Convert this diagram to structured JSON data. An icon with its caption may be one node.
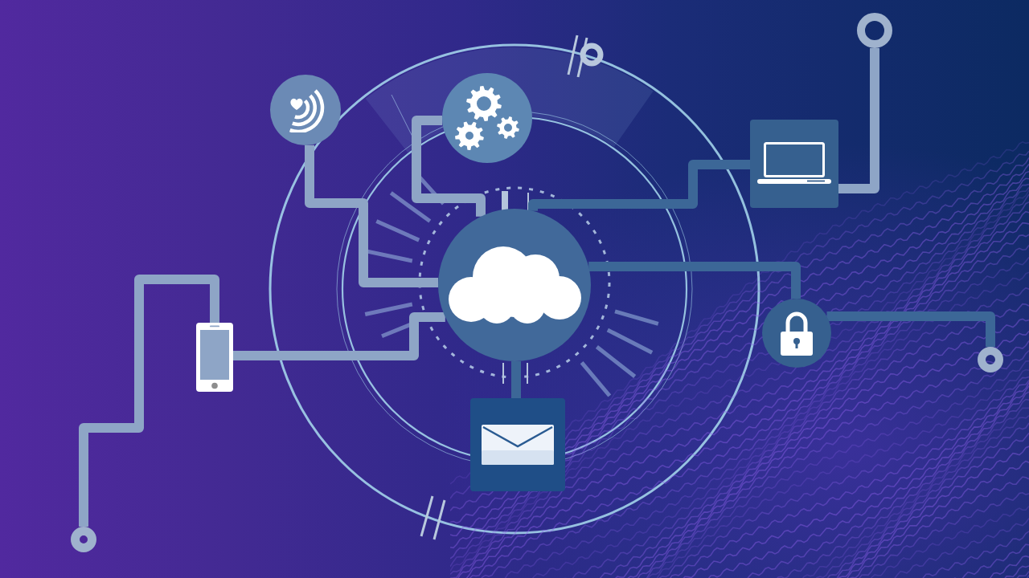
{
  "diagram": {
    "nodes": [
      {
        "text": [],
        "shape": "circle"
      },
      {
        "text": [],
        "shape": "circle"
      },
      {
        "text": [],
        "shape": "circle"
      },
      {
        "text": [],
        "shape": "box"
      },
      {
        "text": [],
        "shape": "picture"
      },
      {
        "text": [],
        "shape": "circle"
      },
      {
        "text": [],
        "shape": "circle"
      },
      {
        "text": [],
        "shape": "circle"
      },
      {
        "text": [],
        "shape": "box"
      },
      {
        "text": [],
        "shape": "circle"
      }
    ],
    "edges": [
      {
        "from": 0,
        "to": 5,
        "arrow": "none"
      },
      {
        "from": 1,
        "to": 5,
        "arrow": "none"
      },
      {
        "from": 5,
        "to": 3,
        "arrow": "none",
        "color": "#3c6797"
      },
      {
        "from": 3,
        "to": 2,
        "arrow": "none"
      },
      {
        "from": 5,
        "to": 6,
        "arrow": "none",
        "color": "#3c6797"
      },
      {
        "from": 6,
        "to": 7,
        "arrow": "none",
        "color": "#3c6797"
      },
      {
        "from": 5,
        "to": 4,
        "arrow": "none"
      },
      {
        "from": 4,
        "to": 9,
        "arrow": "none"
      },
      {
        "from": 5,
        "to": 8,
        "arrow": "none",
        "color": "#3c6797"
      }
    ]
  }
}
